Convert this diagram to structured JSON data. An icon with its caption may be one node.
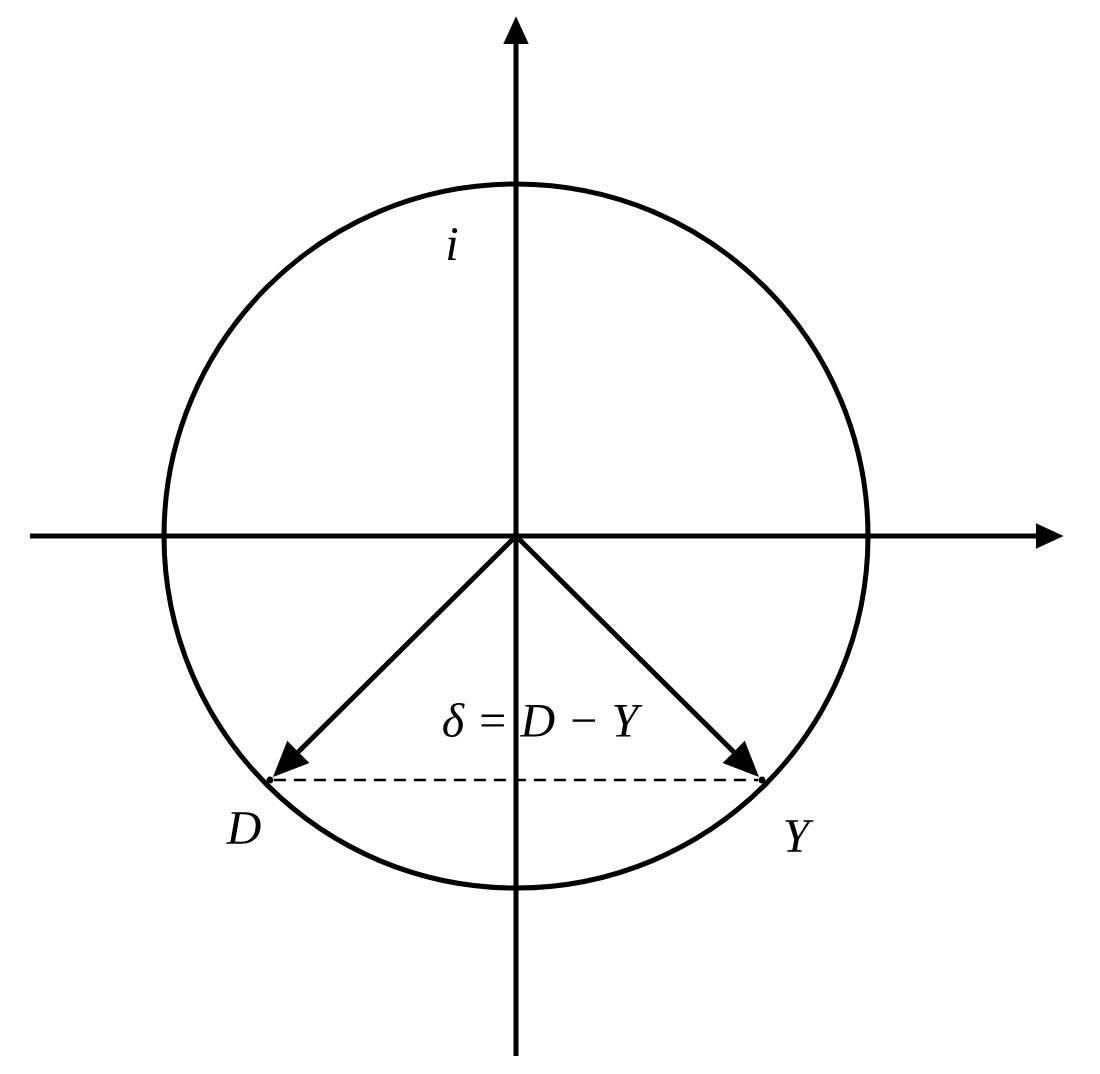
{
  "diagram": {
    "nodes": [
      {
        "text": [],
        "shape": "point"
      },
      {
        "text": [],
        "shape": "point",
        "beside": [
          "D"
        ]
      },
      {
        "text": [],
        "shape": "point",
        "beside": [
          "Y"
        ]
      }
    ],
    "edges": [
      {
        "from": 0,
        "to": 1,
        "arrow": "to"
      },
      {
        "from": 0,
        "to": 2,
        "arrow": "to"
      },
      {
        "from": 1,
        "to": 2,
        "arrow": "none",
        "style": "dashed"
      }
    ],
    "labels": [
      "i",
      "δ = D − Y"
    ]
  }
}
